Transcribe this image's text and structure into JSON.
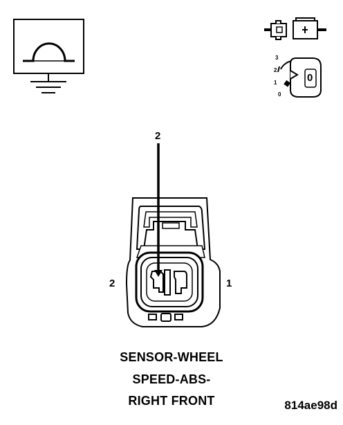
{
  "ignition_key": {
    "positions": [
      "3",
      "2",
      "1",
      "0"
    ],
    "key_label": "0"
  },
  "connector": {
    "pin_callout": "2",
    "left_pin_label": "2",
    "right_pin_label": "1"
  },
  "caption": {
    "line1": "SENSOR-WHEEL",
    "line2": "SPEED-ABS-",
    "line3": "RIGHT FRONT"
  },
  "figure_id": "814ae98d"
}
